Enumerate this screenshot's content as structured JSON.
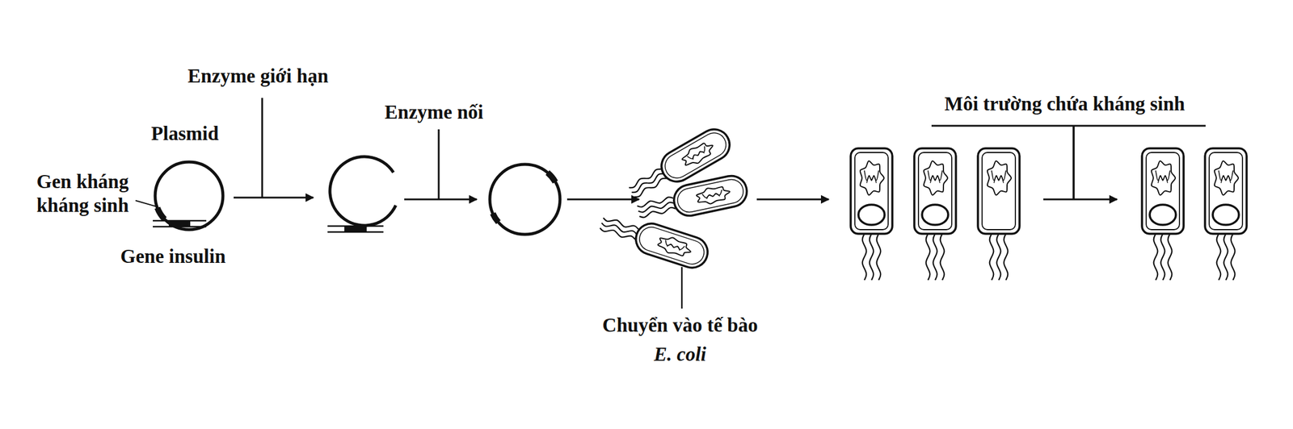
{
  "diagram": {
    "labels": [
      "Enzyme giới hạn",
      "Plasmid",
      "Gen kháng kháng sinh",
      "Gene insulin",
      "Enzyme nối",
      "Chuyển vào tế bào",
      "E. coli",
      "Môi trường chứa kháng sinh"
    ]
  }
}
